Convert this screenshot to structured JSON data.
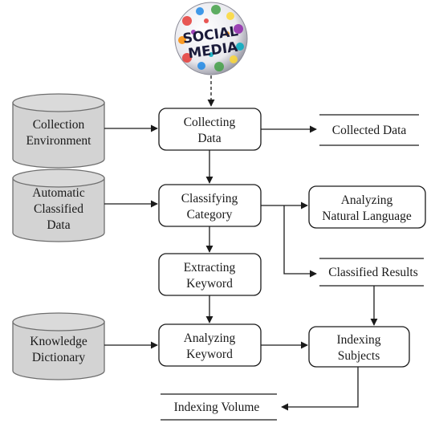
{
  "logo": {
    "word1": "SOCIAL",
    "word2": "MEDIA",
    "colors": [
      "#e53935",
      "#1e88e5",
      "#43a047",
      "#fdd835",
      "#8e24aa",
      "#fb8c00",
      "#00acc1"
    ]
  },
  "databases": {
    "collection_env": [
      "Collection",
      "Environment"
    ],
    "auto_classified": [
      "Automatic",
      "Classified",
      "Data"
    ],
    "knowledge_dict": [
      "Knowledge",
      "Dictionary"
    ]
  },
  "processes": {
    "collecting": [
      "Collecting",
      "Data"
    ],
    "classifying": [
      "Classifying",
      "Category"
    ],
    "extracting": [
      "Extracting",
      "Keyword"
    ],
    "analyzing_kw": [
      "Analyzing",
      "Keyword"
    ],
    "analyzing_nl": [
      "Analyzing",
      "Natural Language"
    ],
    "indexing": [
      "Indexing",
      "Subjects"
    ]
  },
  "stores": {
    "collected": "Collected Data",
    "classified": "Classified Results",
    "volume": "Indexing Volume"
  }
}
